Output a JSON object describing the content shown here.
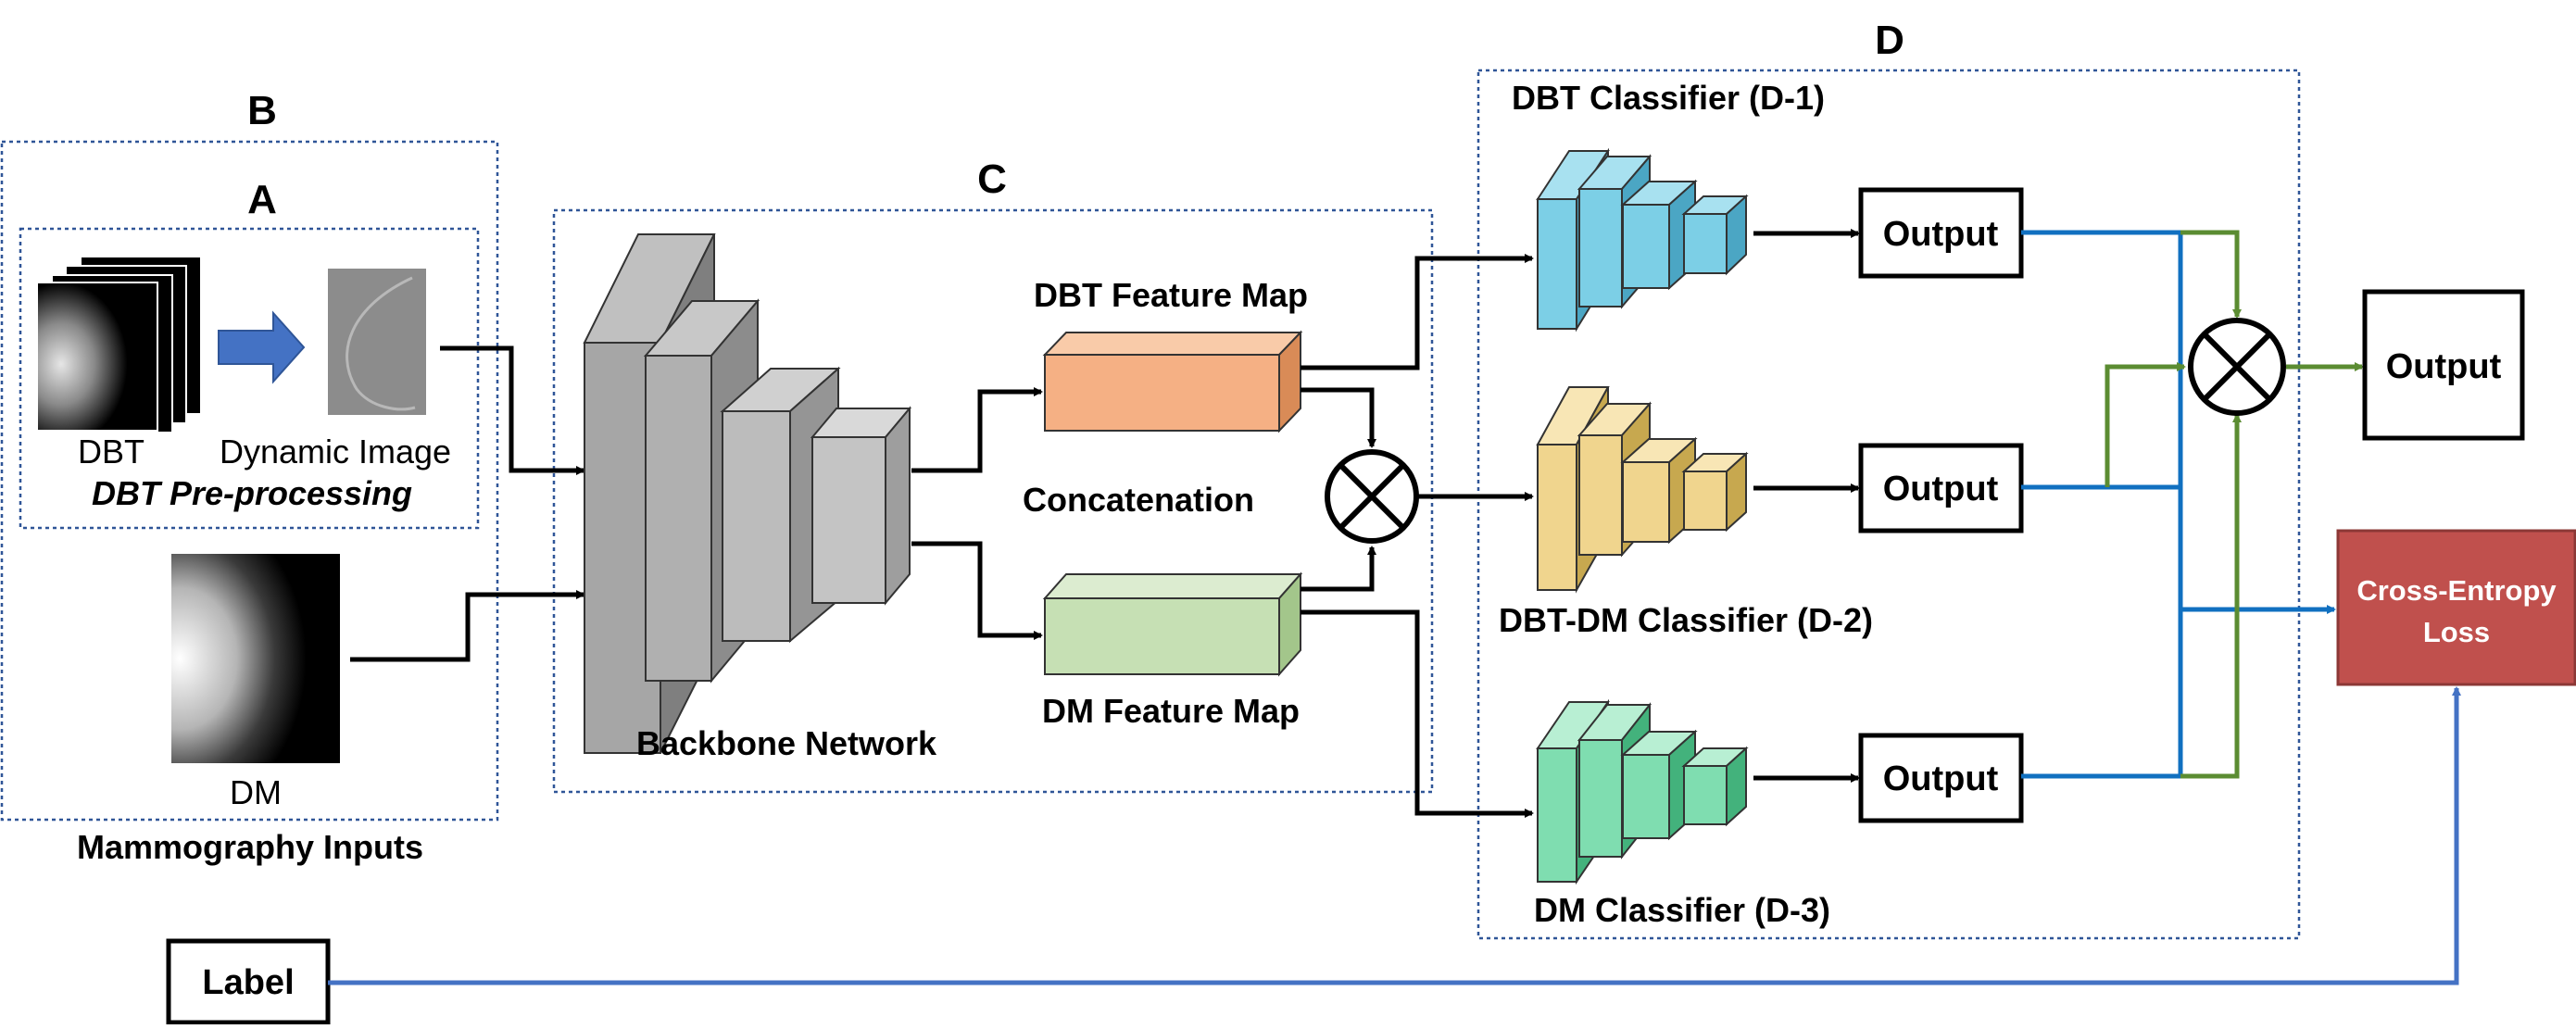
{
  "sections": {
    "A": "A",
    "B": "B",
    "C": "C",
    "D": "D"
  },
  "inputs": {
    "dbt_label": "DBT",
    "dynamic_image_label": "Dynamic Image",
    "preprocessing_label": "DBT Pre-processing",
    "dm_label": "DM",
    "mammography_inputs_label": "Mammography Inputs"
  },
  "backbone": {
    "label": "Backbone Network"
  },
  "features": {
    "dbt_map": "DBT Feature Map",
    "dm_map": "DM Feature Map",
    "concatenation": "Concatenation"
  },
  "classifiers": {
    "d1": "DBT Classifier (D-1)",
    "d2": "DBT-DM Classifier (D-2)",
    "d3": "DM Classifier (D-3)"
  },
  "outputs": {
    "o1": "Output",
    "o2": "Output",
    "o3": "Output",
    "final": "Output"
  },
  "loss": {
    "line1": "Cross-Entropy",
    "line2": "Loss"
  },
  "label_box": "Label",
  "colors": {
    "dbt_feature": "#f5b084",
    "dm_feature": "#c6e0b4",
    "classifier_d1": "#7ccfe6",
    "classifier_d2": "#f0d58e",
    "classifier_d3": "#7fddb0",
    "loss_box": "#c0504d",
    "blue_line": "#1170c0",
    "green_line": "#5b8c32",
    "label_line": "#4472c4",
    "dotted_border": "#2f5597",
    "backbone_gray": "#a6a6a6"
  }
}
